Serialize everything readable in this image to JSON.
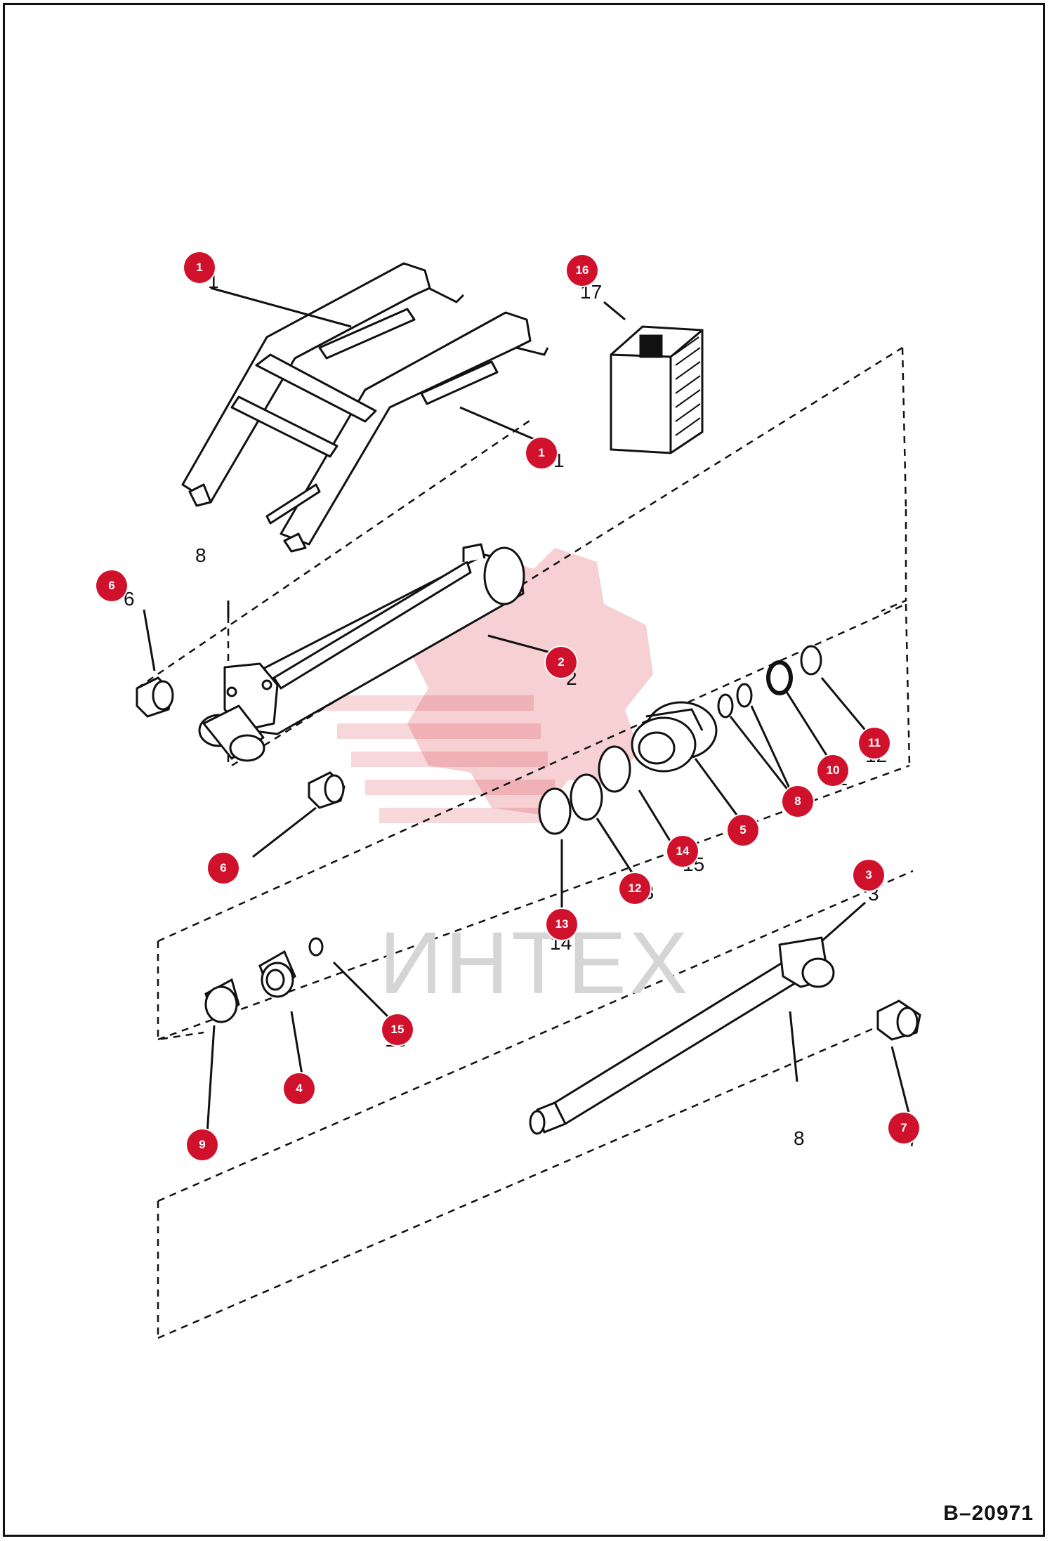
{
  "document": {
    "drawing_id": "B–20971"
  },
  "watermark": {
    "text": "ИНТЕХ",
    "color": "#d42a37"
  },
  "accent_color": "#d0112b",
  "callouts": [
    {
      "id": "c1a",
      "label": "1"
    },
    {
      "id": "c1b",
      "label": "1"
    },
    {
      "id": "c16",
      "label": "16"
    },
    {
      "id": "c6a",
      "label": "6"
    },
    {
      "id": "c2",
      "label": "2"
    },
    {
      "id": "c6b",
      "label": "6"
    },
    {
      "id": "c11",
      "label": "11"
    },
    {
      "id": "c10",
      "label": "10"
    },
    {
      "id": "c8a",
      "label": "8"
    },
    {
      "id": "c5",
      "label": "5"
    },
    {
      "id": "c14",
      "label": "14"
    },
    {
      "id": "c12",
      "label": "12"
    },
    {
      "id": "c13",
      "label": "13"
    },
    {
      "id": "c3",
      "label": "3"
    },
    {
      "id": "c15",
      "label": "15"
    },
    {
      "id": "c4",
      "label": "4"
    },
    {
      "id": "c9",
      "label": "9"
    },
    {
      "id": "c7",
      "label": "7"
    }
  ],
  "printed_labels": [
    {
      "id": "p1a",
      "text": "1"
    },
    {
      "id": "p1b",
      "text": "1"
    },
    {
      "id": "p17",
      "text": "17"
    },
    {
      "id": "p8a",
      "text": "8"
    },
    {
      "id": "p6a",
      "text": "6"
    },
    {
      "id": "p2",
      "text": "2"
    },
    {
      "id": "p12",
      "text": "12"
    },
    {
      "id": "p11",
      "text": "11"
    },
    {
      "id": "p9",
      "text": "9"
    },
    {
      "id": "p5",
      "text": "5"
    },
    {
      "id": "p15",
      "text": "15"
    },
    {
      "id": "p13",
      "text": "13"
    },
    {
      "id": "p14",
      "text": "14"
    },
    {
      "id": "p6b",
      "text": "6"
    },
    {
      "id": "p3",
      "text": "3"
    },
    {
      "id": "p16",
      "text": "16"
    },
    {
      "id": "p8b",
      "text": "8"
    },
    {
      "id": "p7",
      "text": "7"
    }
  ]
}
